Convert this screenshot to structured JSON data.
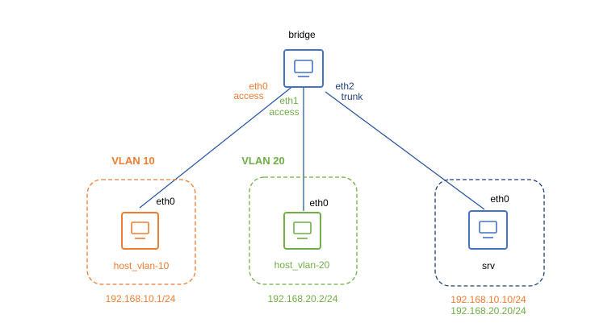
{
  "colors": {
    "orange": "#ed7d31",
    "green": "#70ad47",
    "blue": "#4472c4",
    "dark_blue": "#1f3f7f",
    "line": "#1f4e9c",
    "black": "#000000"
  },
  "bridge": {
    "name": "bridge",
    "icon": "computer-icon",
    "ports": [
      {
        "name": "eth0",
        "mode": "access"
      },
      {
        "name": "eth1",
        "mode": "access"
      },
      {
        "name": "eth2",
        "mode": "trunk"
      }
    ]
  },
  "vlans": [
    {
      "label": "VLAN 10"
    },
    {
      "label": "VLAN 20"
    }
  ],
  "hosts": [
    {
      "name": "host_vlan-10",
      "iface": "eth0",
      "ips": [
        "192.168.10.1/24"
      ],
      "icon": "computer-icon"
    },
    {
      "name": "host_vlan-20",
      "iface": "eth0",
      "ips": [
        "192.168.20.2/24"
      ],
      "icon": "computer-icon"
    },
    {
      "name": "srv",
      "iface": "eth0",
      "ips": [
        "192.168.10.10/24",
        "192.168.20.20/24"
      ],
      "icon": "computer-icon"
    }
  ]
}
